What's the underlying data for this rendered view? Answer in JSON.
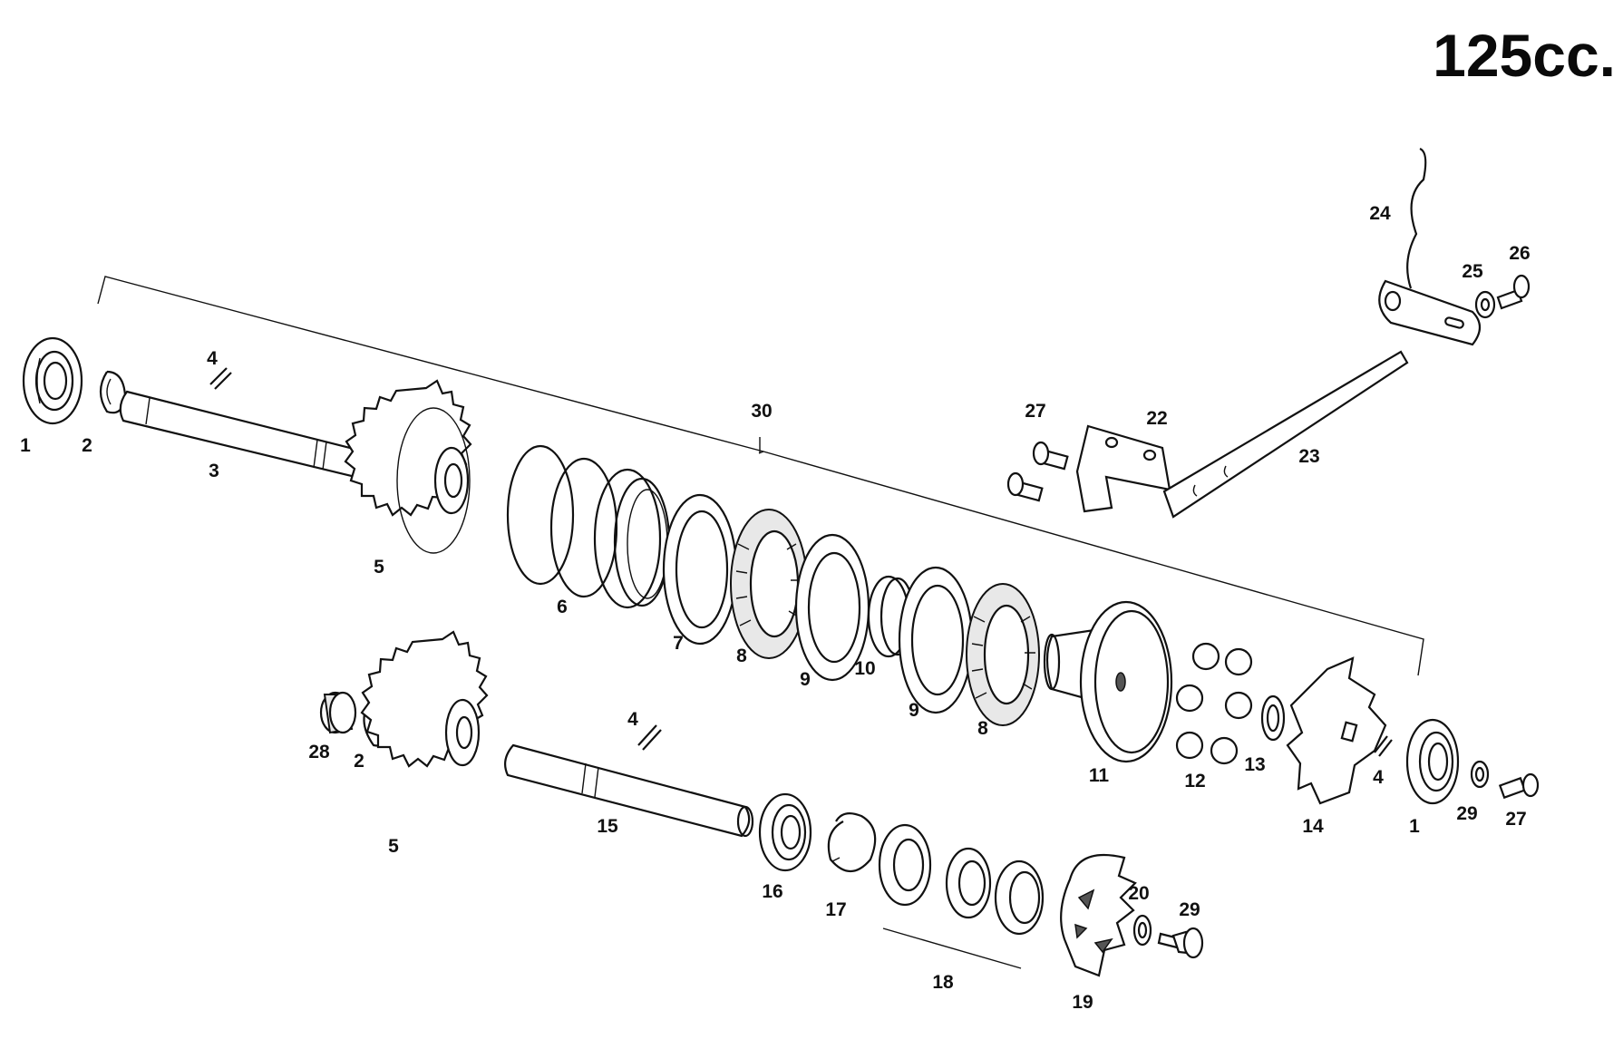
{
  "title": "125cc.",
  "labels": {
    "l1a": "1",
    "l2a": "2",
    "l3": "3",
    "l4a": "4",
    "l5a": "5",
    "l6": "6",
    "l7": "7",
    "l8a": "8",
    "l9a": "9",
    "l10": "10",
    "l9b": "9",
    "l8b": "8",
    "l11": "11",
    "l12": "12",
    "l13": "13",
    "l14": "14",
    "l4b": "4",
    "l1b": "1",
    "l29a": "29",
    "l27a": "27",
    "l30": "30",
    "l27b": "27",
    "l22": "22",
    "l23": "23",
    "l24": "24",
    "l25": "25",
    "l26": "26",
    "l28": "28",
    "l2b": "2",
    "l5b": "5",
    "l4c": "4",
    "l15": "15",
    "l16": "16",
    "l17": "17",
    "l18": "18",
    "l19": "19",
    "l20": "20",
    "l29b": "29"
  }
}
